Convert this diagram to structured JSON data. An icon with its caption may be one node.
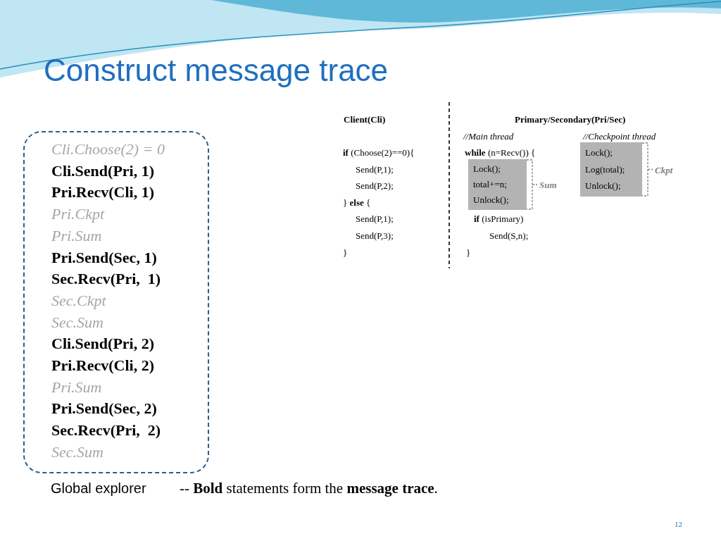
{
  "diagram": {
    "title": "Construct message trace",
    "nodes": [
      {
        "text": [
          "Cli.Choose(2) = 0",
          "Cli.Send(Pri, 1)",
          "Pri.Recv(Cli, 1)",
          "Pri.Ckpt",
          "Pri.Sum",
          "Pri.Send(Sec, 1)",
          "Sec.Recv(Pri,  1)",
          "Sec.Ckpt",
          "Sec.Sum",
          "Cli.Send(Pri, 2)",
          "Pri.Recv(Cli, 2)",
          "Pri.Sum",
          "Pri.Send(Sec, 2)",
          "Sec.Recv(Pri,  2)",
          "Sec.Sum"
        ]
      },
      {
        "text": [
          "Lock();",
          "total+=n;",
          "Unlock();"
        ],
        "beside": [
          "Sum"
        ]
      },
      {
        "text": [
          "Lock();",
          "Log(total);",
          "Unlock();"
        ],
        "beside": [
          "Ckpt"
        ]
      }
    ],
    "edges": [],
    "labels": [
      "Client(Cli)",
      "Primary/Secondary(Pri/Sec)",
      "//Main thread",
      "//Checkpoint thread",
      "**if** (Choose(2)==0){",
      "**while** (n=Recv()) {",
      "Send(P,1);",
      "Send(P,2);",
      "} **else** {",
      "Send(P,1);",
      "**if** (isPrimary)",
      "Send(P,3);",
      "Send(S,n);",
      "}",
      "}",
      "Global explorer",
      "-- **Bold** statements form the **message trace**.",
      "12"
    ]
  }
}
